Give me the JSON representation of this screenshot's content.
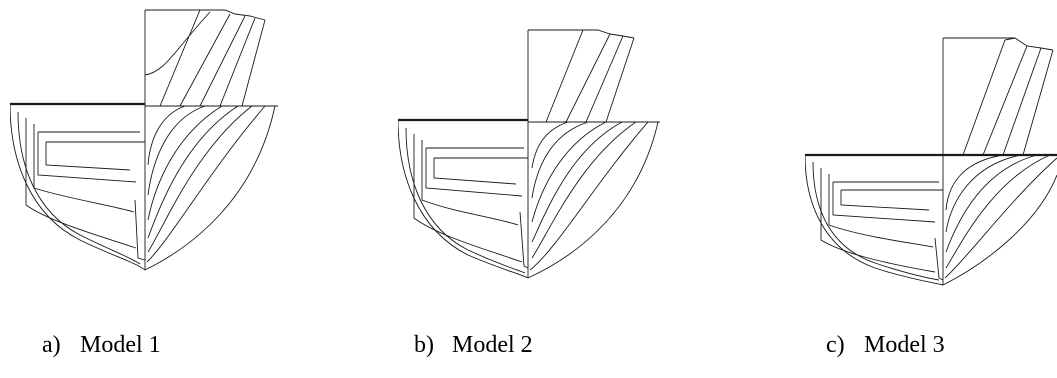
{
  "figure": {
    "panels": [
      {
        "label": "a)",
        "name": "Model 1"
      },
      {
        "label": "b)",
        "name": "Model 2"
      },
      {
        "label": "c)",
        "name": "Model 3"
      }
    ]
  }
}
